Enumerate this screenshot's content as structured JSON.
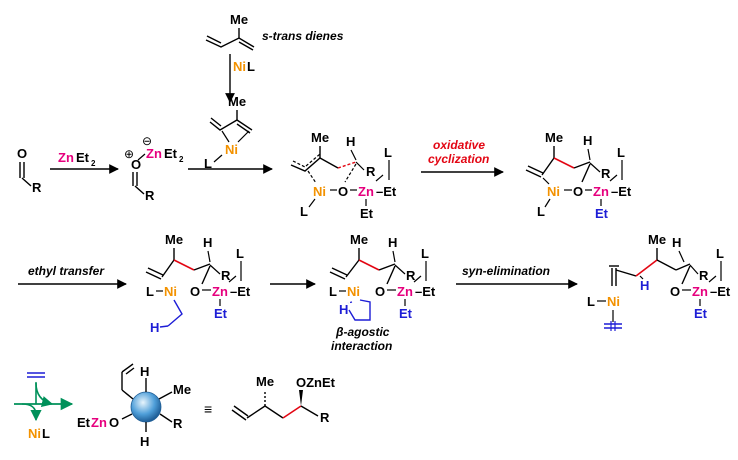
{
  "colors": {
    "black": "#000000",
    "zinc": "#e6007e",
    "nickel": "#f39200",
    "red": "#e30613",
    "blue": "#1d1dd6",
    "green": "#00915a",
    "sphere": "#4f9fd9"
  },
  "labels": {
    "me": "Me",
    "r": "R",
    "h": "H",
    "l": "L",
    "o": "O",
    "zn": "Zn",
    "ni": "Ni",
    "et": "Et",
    "dash_et": "–Et",
    "plus": "⊕",
    "minus": "⊖",
    "equiv": "≡",
    "two": "2",
    "s_trans_dienes": "s-trans dienes",
    "oxidative": "oxidative",
    "cyclization": "cyclization",
    "ethyl_transfer": "ethyl transfer",
    "syn_elimination": "syn-elimination",
    "beta_agostic": "β-agostic",
    "interaction": "interaction",
    "ozn_et": "OZnEt",
    "etzno_et": "Et",
    "etzno_zn": "Zn",
    "etzno_o": "O"
  }
}
